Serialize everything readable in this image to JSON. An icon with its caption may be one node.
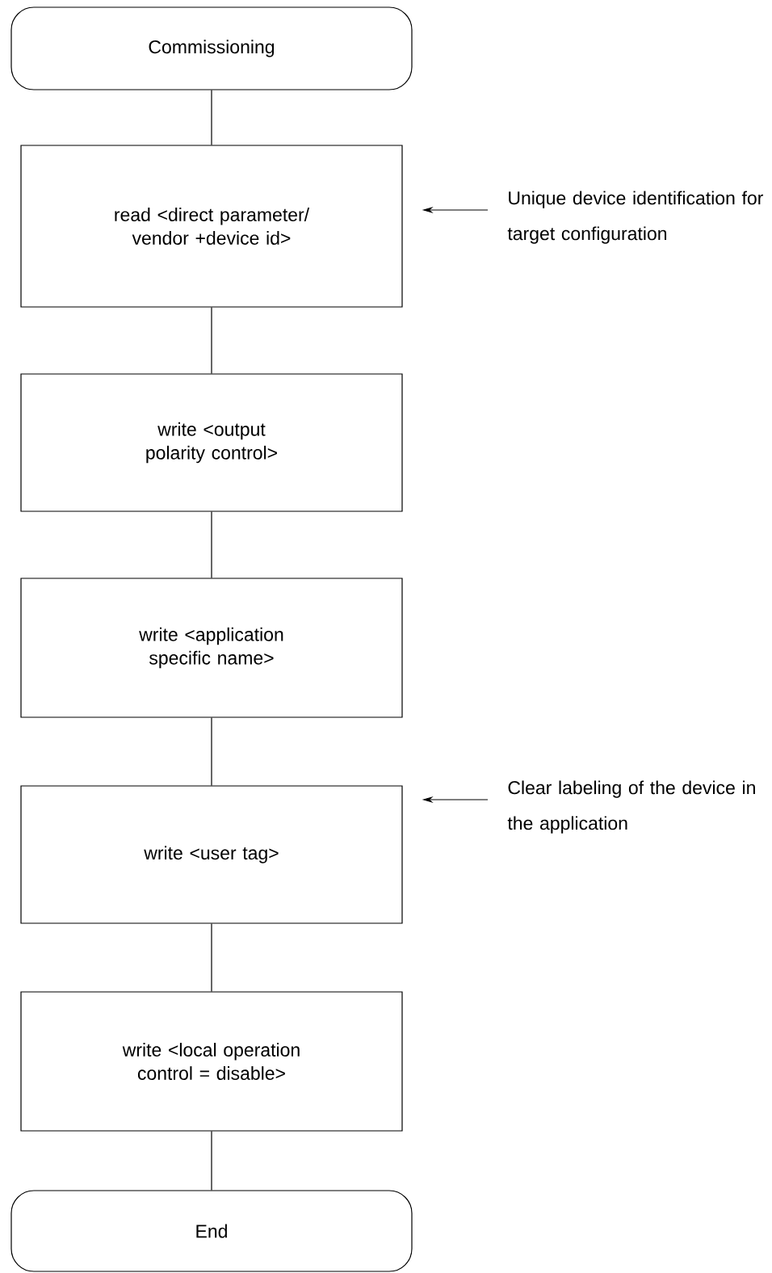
{
  "diagram": {
    "nodes": [
      {
        "text": [
          "Commissioning"
        ]
      },
      {
        "text": [
          "read <direct parameter/ vendor +device id>"
        ]
      },
      {
        "text": [
          "write <output polarity control>"
        ]
      },
      {
        "text": [
          "write <application specific name>"
        ]
      },
      {
        "text": [
          "write <user tag>"
        ]
      },
      {
        "text": [
          "write <local operation control = disable>"
        ]
      },
      {
        "text": [
          "End"
        ]
      },
      {
        "text": [
          "Unique device identification for target configuration"
        ]
      },
      {
        "text": [
          "Clear labeling of the device in the application"
        ]
      }
    ],
    "edges": [
      {
        "from": 0,
        "to": 1,
        "arrow": "none"
      },
      {
        "from": 1,
        "to": 2,
        "arrow": "none"
      },
      {
        "from": 2,
        "to": 3,
        "arrow": "none"
      },
      {
        "from": 3,
        "to": 4,
        "arrow": "none"
      },
      {
        "from": 4,
        "to": 5,
        "arrow": "none"
      },
      {
        "from": 5,
        "to": 6,
        "arrow": "none"
      },
      {
        "from": 7,
        "to": 1,
        "arrow": "to"
      },
      {
        "from": 8,
        "to": 4,
        "arrow": "to"
      }
    ]
  }
}
